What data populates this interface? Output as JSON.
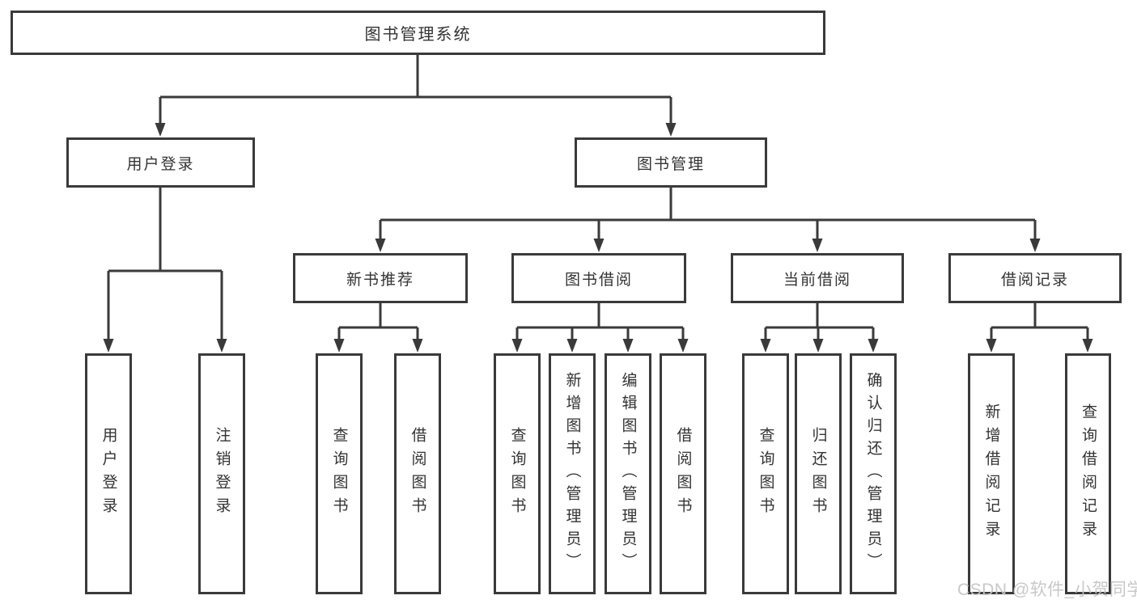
{
  "colors": {
    "line": "#3a3a3a",
    "text": "#333333",
    "box_background": "#ffffff",
    "page_background": "#ffffff",
    "watermark": "#c5c5c5"
  },
  "watermark": {
    "text": "CSDN @软件_小贺同学"
  },
  "diagram": {
    "type": "tree",
    "root": {
      "label": "图书管理系统"
    },
    "branches": [
      {
        "label": "用户登录",
        "children": [
          {
            "label": "用户登录"
          },
          {
            "label": "注销登录"
          }
        ]
      },
      {
        "label": "图书管理",
        "children": [
          {
            "label": "新书推荐",
            "children": [
              {
                "label": "查询图书"
              },
              {
                "label": "借阅图书"
              }
            ]
          },
          {
            "label": "图书借阅",
            "children": [
              {
                "label": "查询图书"
              },
              {
                "label": "新增图书（管理员）"
              },
              {
                "label": "编辑图书（管理员）"
              },
              {
                "label": "借阅图书"
              }
            ]
          },
          {
            "label": "当前借阅",
            "children": [
              {
                "label": "查询图书"
              },
              {
                "label": "归还图书"
              },
              {
                "label": "确认归还（管理员）"
              }
            ]
          },
          {
            "label": "借阅记录",
            "children": [
              {
                "label": "新增借阅记录"
              },
              {
                "label": "查询借阅记录"
              }
            ]
          }
        ]
      }
    ]
  }
}
